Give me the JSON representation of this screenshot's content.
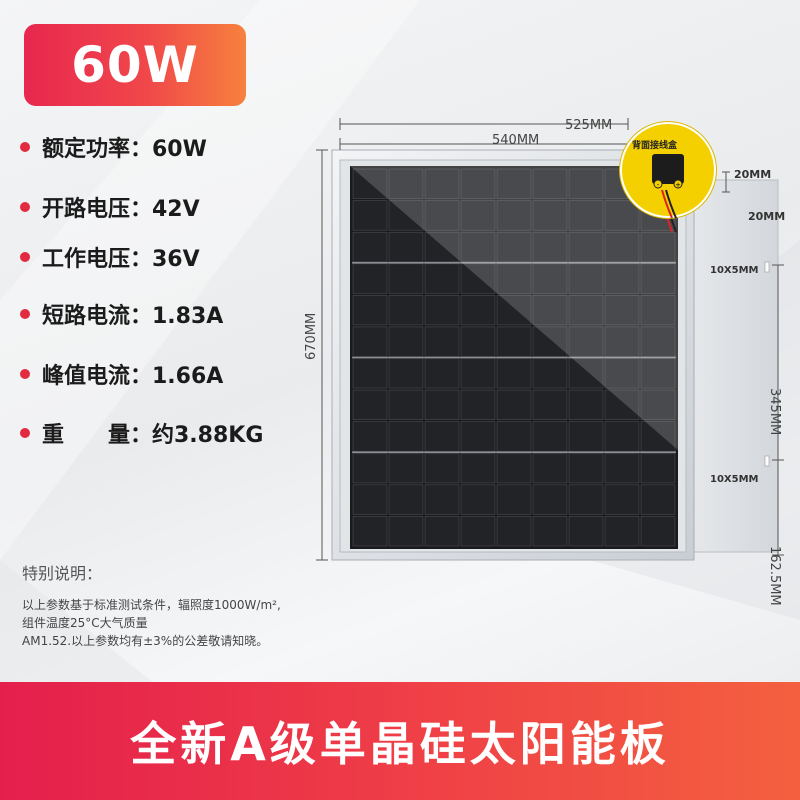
{
  "badge": {
    "label": "60W"
  },
  "specs": [
    {
      "text": "额定功率：60W"
    },
    {
      "text": "开路电压：42V"
    },
    {
      "text": "工作电压：36V"
    },
    {
      "text": "短路电流：1.83A"
    },
    {
      "text": "峰值电流：1.66A"
    },
    {
      "text": "重　　量：约3.88KG"
    }
  ],
  "notes": {
    "title": "特别说明：",
    "lines": [
      "以上参数基于标准测试条件，辐照度1000W/m²,",
      "组件温度25°C大气质量",
      "AM1.52.以上参数均有±3%的公差敬请知晓。"
    ]
  },
  "diagram": {
    "width_outer": "540MM",
    "width_inner": "525MM",
    "height": "670MM",
    "junction_box_label": "背面接线盒",
    "margin_top": "20MM",
    "margin_side": "20MM",
    "hole_top": "10X5MM",
    "hole_bottom": "10X5MM",
    "hole_spacing": "345MM",
    "hole_offset": "162.5MM"
  },
  "banner": {
    "title": "全新A级单晶硅太阳能板"
  },
  "colors": {
    "accent_red": "#e8274f",
    "accent_orange": "#f7813d",
    "junction_yellow": "#f4d000"
  }
}
